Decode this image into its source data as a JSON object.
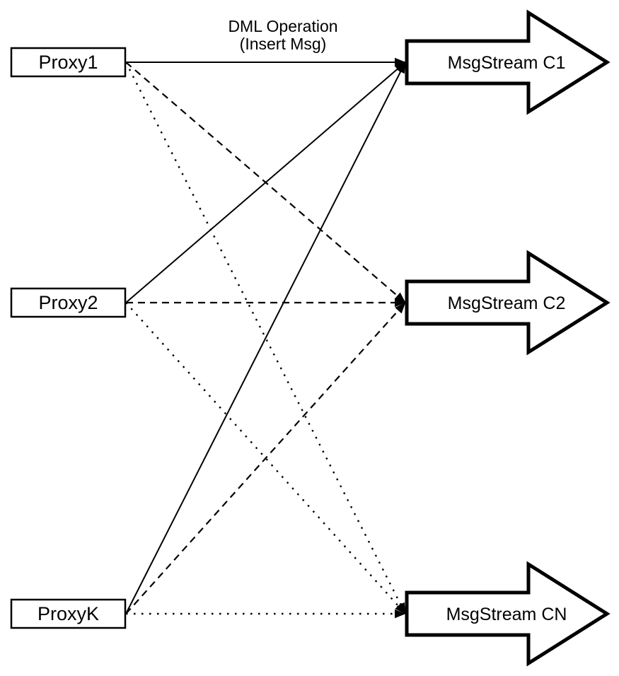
{
  "diagram": {
    "annotation": {
      "line1": "DML Operation",
      "line2": "(Insert Msg)"
    },
    "proxies": [
      {
        "id": "proxy1",
        "label": "Proxy1"
      },
      {
        "id": "proxy2",
        "label": "Proxy2"
      },
      {
        "id": "proxyk",
        "label": "ProxyK"
      }
    ],
    "streams": [
      {
        "id": "msgstream-c1",
        "label": "MsgStream C1"
      },
      {
        "id": "msgstream-c2",
        "label": "MsgStream C2"
      },
      {
        "id": "msgstream-cn",
        "label": "MsgStream CN"
      }
    ],
    "connections": [
      {
        "from": "Proxy1",
        "to": "MsgStream C1",
        "style": "solid"
      },
      {
        "from": "Proxy2",
        "to": "MsgStream C1",
        "style": "solid"
      },
      {
        "from": "ProxyK",
        "to": "MsgStream C1",
        "style": "solid"
      },
      {
        "from": "Proxy1",
        "to": "MsgStream C2",
        "style": "dashed"
      },
      {
        "from": "Proxy2",
        "to": "MsgStream C2",
        "style": "dashed"
      },
      {
        "from": "ProxyK",
        "to": "MsgStream C2",
        "style": "dashed"
      },
      {
        "from": "Proxy1",
        "to": "MsgStream CN",
        "style": "dotted"
      },
      {
        "from": "Proxy2",
        "to": "MsgStream CN",
        "style": "dotted"
      },
      {
        "from": "ProxyK",
        "to": "MsgStream CN",
        "style": "dotted"
      }
    ],
    "colors": {
      "stroke": "#000000",
      "background": "#ffffff"
    }
  }
}
